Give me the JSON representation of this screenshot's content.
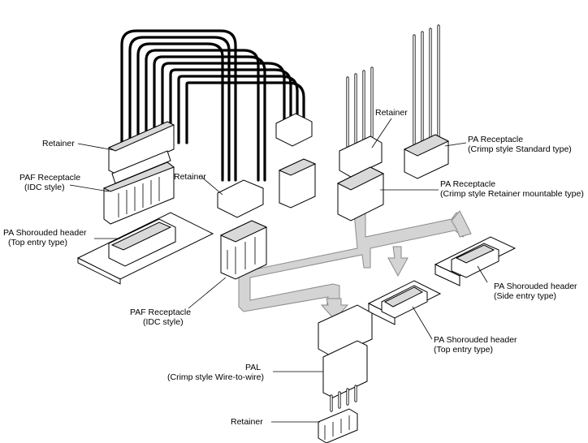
{
  "labels": {
    "retainer_top_left": "Retainer",
    "paf_receptacle_top": "PAF Receptacle",
    "paf_receptacle_top_sub": "(IDC style)",
    "pa_header_top_entry_left": "PA Shorouded header",
    "pa_header_top_entry_left_sub": "(Top entry type)",
    "retainer_middle": "Retainer",
    "retainer_center": "Retainer",
    "pa_receptacle_standard": "PA Receptacle",
    "pa_receptacle_standard_sub": "(Crimp style Standard type)",
    "pa_receptacle_retainer": "PA Receptacle",
    "pa_receptacle_retainer_sub": "(Crimp style Retainer mountable type)",
    "paf_receptacle_bottom": "PAF Receptacle",
    "paf_receptacle_bottom_sub": "(IDC style)",
    "pa_header_side_entry": "PA Shorouded header",
    "pa_header_side_entry_sub": "(Side entry type)",
    "pa_header_top_entry_right": "PA Shorouded header",
    "pa_header_top_entry_right_sub": "(Top entry type)",
    "pal": "PAL",
    "pal_sub": "(Crimp style Wire-to-wire)",
    "retainer_bottom": "Retainer"
  }
}
